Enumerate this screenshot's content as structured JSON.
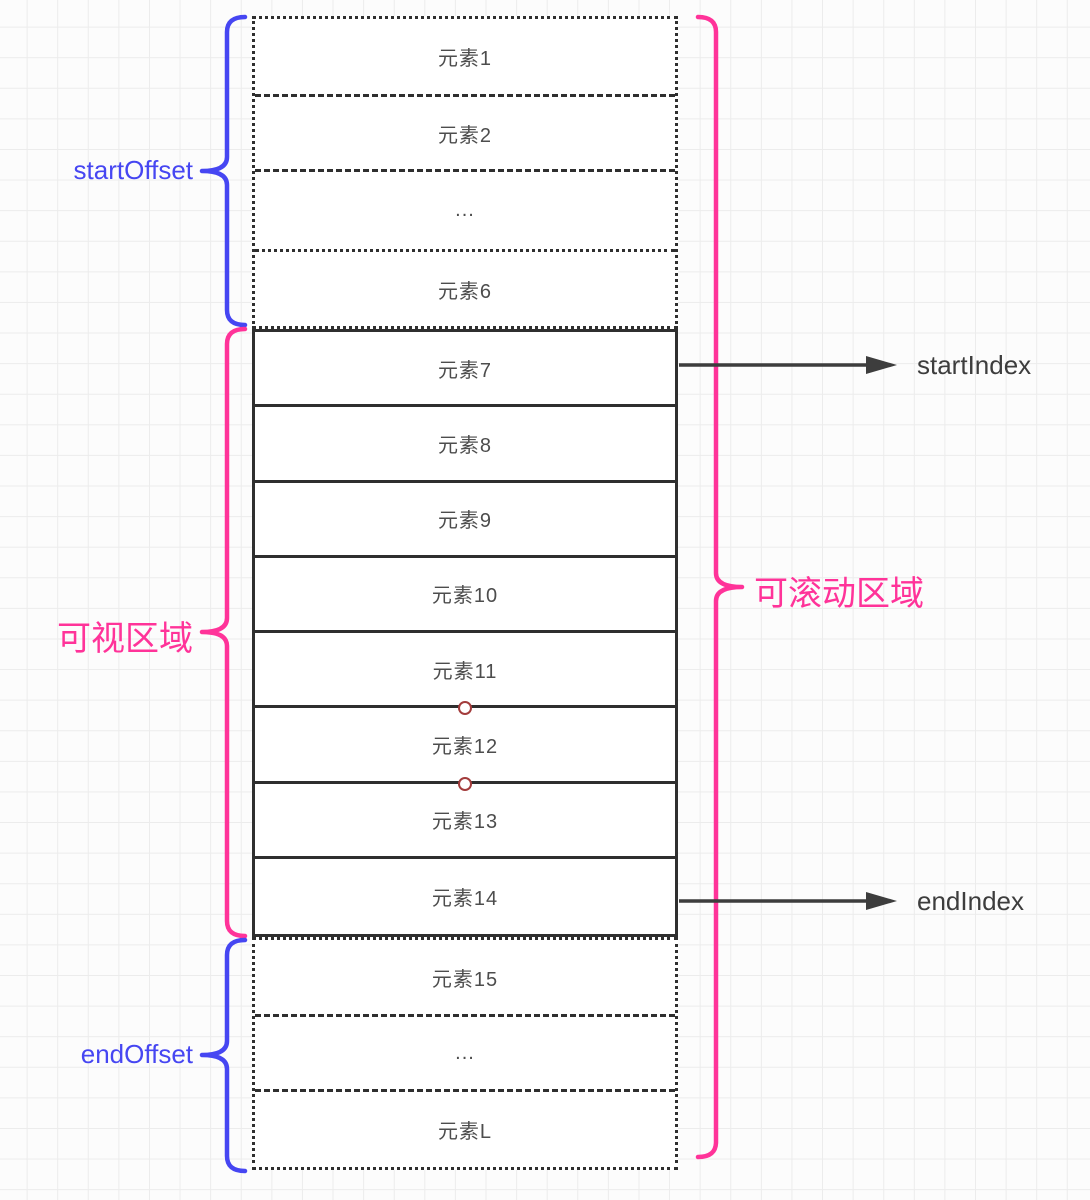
{
  "labels": {
    "start_offset": "startOffset",
    "end_offset": "endOffset",
    "visible_area": "可视区域",
    "scrollable_area": "可滚动区域",
    "start_index": "startIndex",
    "end_index": "endIndex"
  },
  "top_section": {
    "items": [
      "元素1",
      "元素2",
      "...",
      "元素6"
    ]
  },
  "visible_section": {
    "items": [
      "元素7",
      "元素8",
      "元素9",
      "元素10",
      "元素11",
      "元素12",
      "元素13",
      "元素14"
    ]
  },
  "bottom_section": {
    "items": [
      "元素15",
      "...",
      "元素L"
    ]
  },
  "colors": {
    "offset_brace": "#4646f2",
    "area_brace": "#ff3399",
    "arrow": "#3d3d3d",
    "box_border": "#2f2f2f",
    "box_text": "#4d4d4d",
    "connection_point": "#a33c3c"
  }
}
